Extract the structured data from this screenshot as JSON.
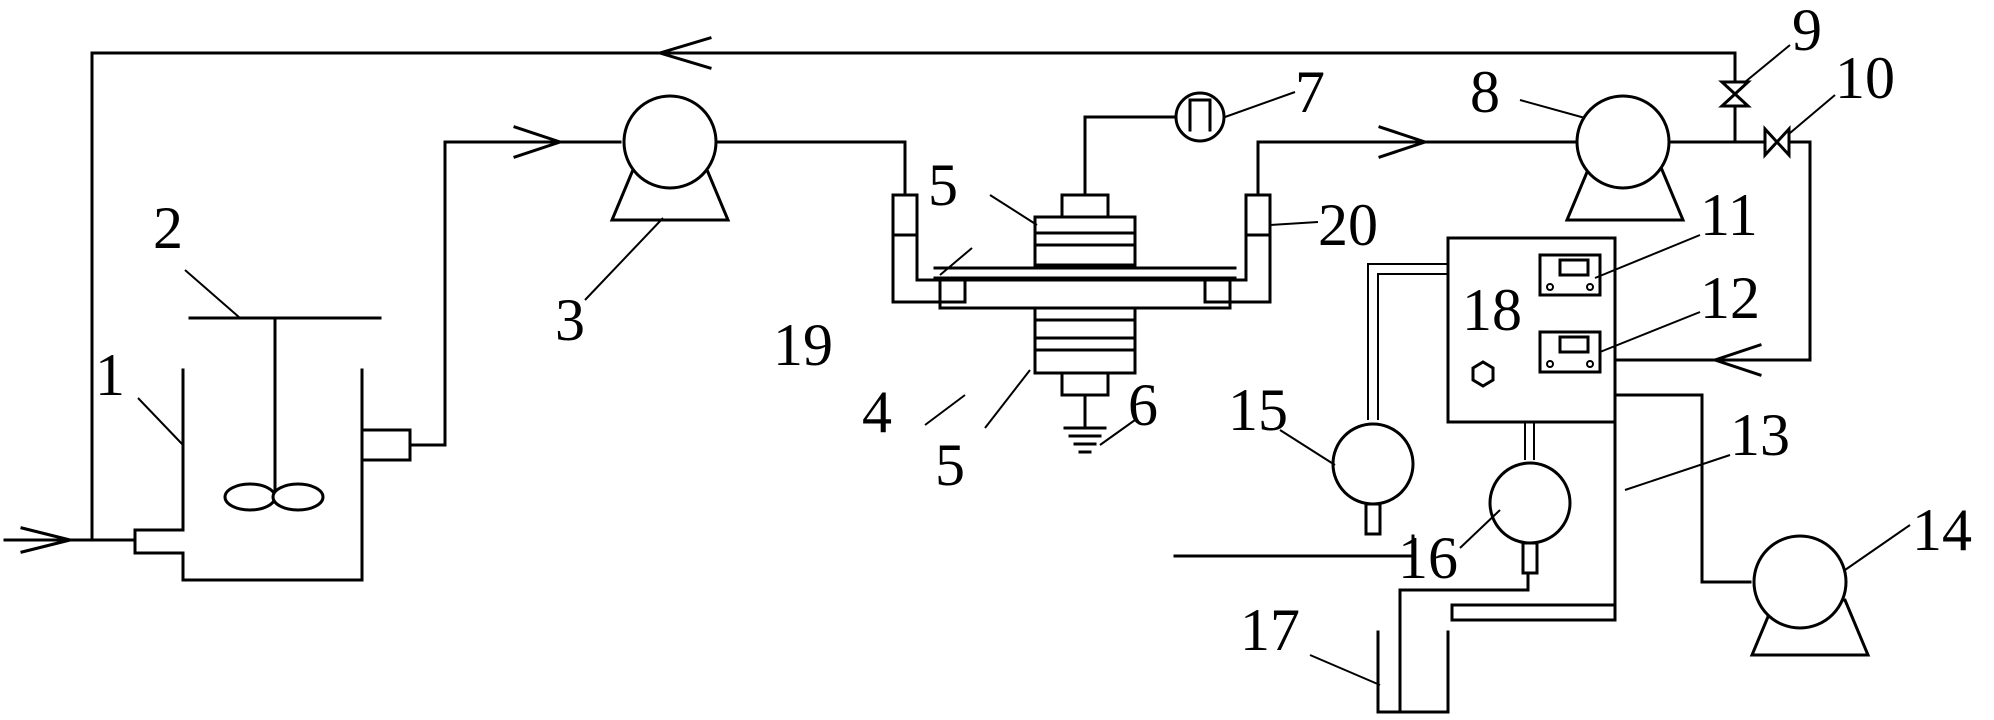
{
  "labels": {
    "l1": "1",
    "l2": "2",
    "l3": "3",
    "l4": "4",
    "l5a": "5",
    "l5b": "5",
    "l6": "6",
    "l7": "7",
    "l8": "8",
    "l9": "9",
    "l10": "10",
    "l11": "11",
    "l12": "12",
    "l13": "13",
    "l14": "14",
    "l15": "15",
    "l16": "16",
    "l17": "17",
    "l18": "18",
    "l19": "19",
    "l20": "20"
  }
}
